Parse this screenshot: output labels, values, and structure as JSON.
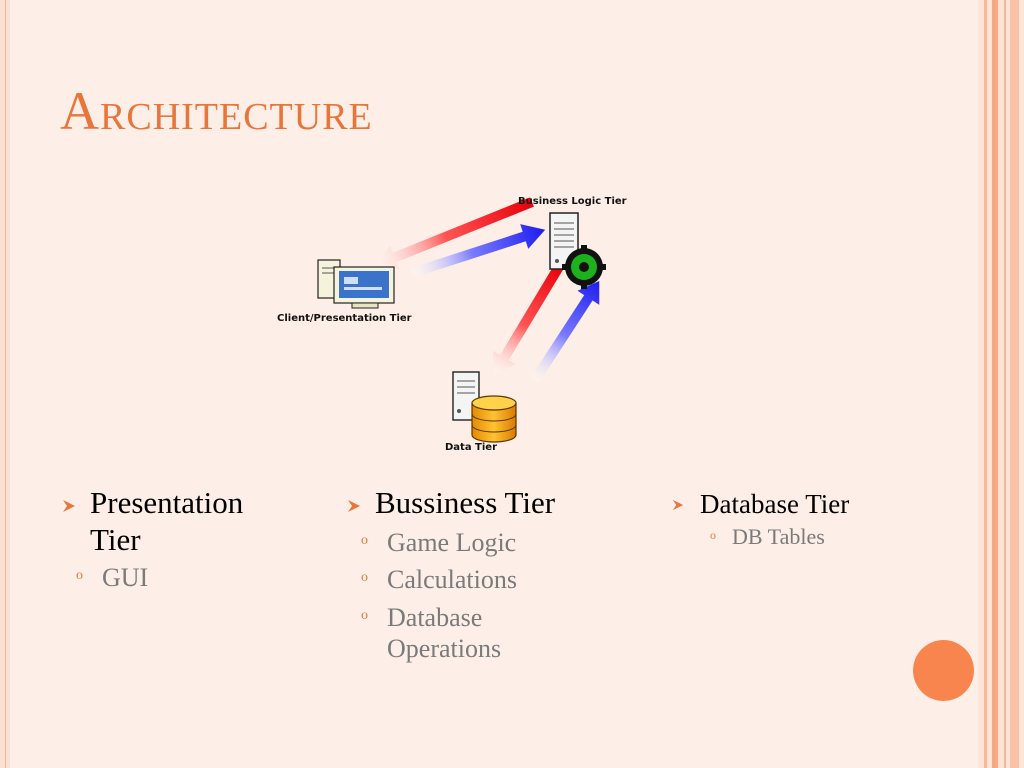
{
  "slide": {
    "title": "Architecture"
  },
  "diagram": {
    "labels": {
      "business": "Business Logic Tier",
      "client": "Client/Presentation Tier",
      "data": "Data Tier"
    }
  },
  "columns": [
    {
      "heading": "Presentation Tier",
      "heading_line1": "Presentation",
      "heading_line2": "Tier",
      "items": [
        "GUI"
      ]
    },
    {
      "heading": "Bussiness Tier",
      "items": [
        "Game Logic",
        "Calculations",
        "Database Operations"
      ],
      "item_lines": {
        "database_1": "Database",
        "database_2": "Operations"
      }
    },
    {
      "heading": "Database Tier",
      "items": [
        "DB Tables"
      ]
    }
  ],
  "colors": {
    "title": "#e8763b",
    "accent": "#f7854d",
    "background": "#fdefe7",
    "sub_text": "#7a7a7a"
  }
}
